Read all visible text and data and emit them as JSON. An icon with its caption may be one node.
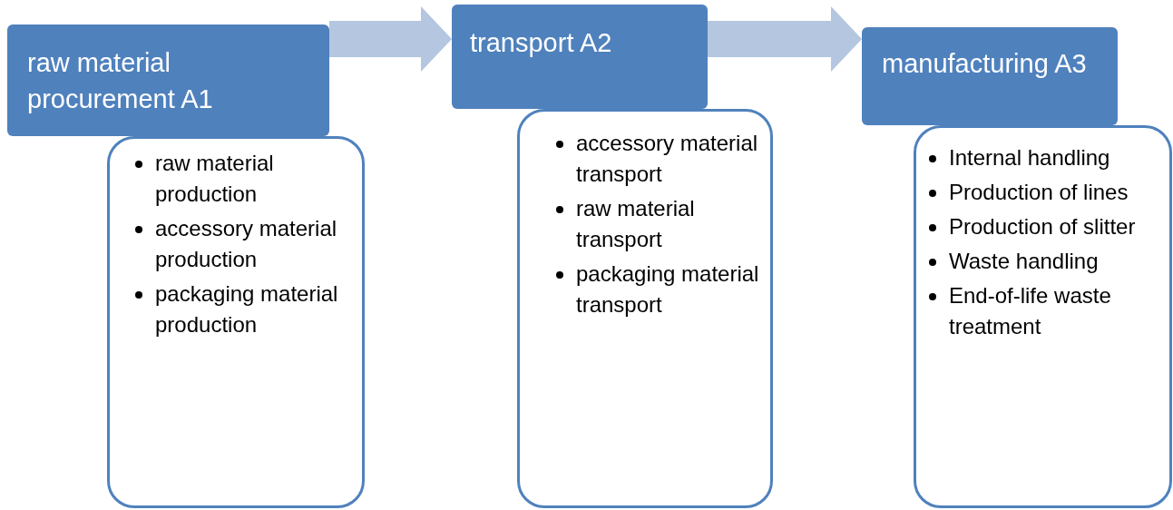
{
  "diagram": {
    "nodes": [
      {
        "text": [
          "raw material procurement A1"
        ]
      },
      {
        "text": [
          "raw material production",
          "accessory material production",
          "packaging material production"
        ]
      },
      {
        "text": [
          "transport A2"
        ]
      },
      {
        "text": [
          "accessory material transport",
          "raw material transport",
          "packaging material transport"
        ]
      },
      {
        "text": [
          "manufacturing A3"
        ]
      },
      {
        "text": [
          "Internal handling",
          "Production of lines",
          "Production of slitter",
          "Waste handling",
          "End-of-life waste treatment"
        ]
      }
    ],
    "edges": [
      {
        "from": 0,
        "to": 2,
        "arrow": "to"
      },
      {
        "from": 2,
        "to": 4,
        "arrow": "to"
      }
    ]
  }
}
